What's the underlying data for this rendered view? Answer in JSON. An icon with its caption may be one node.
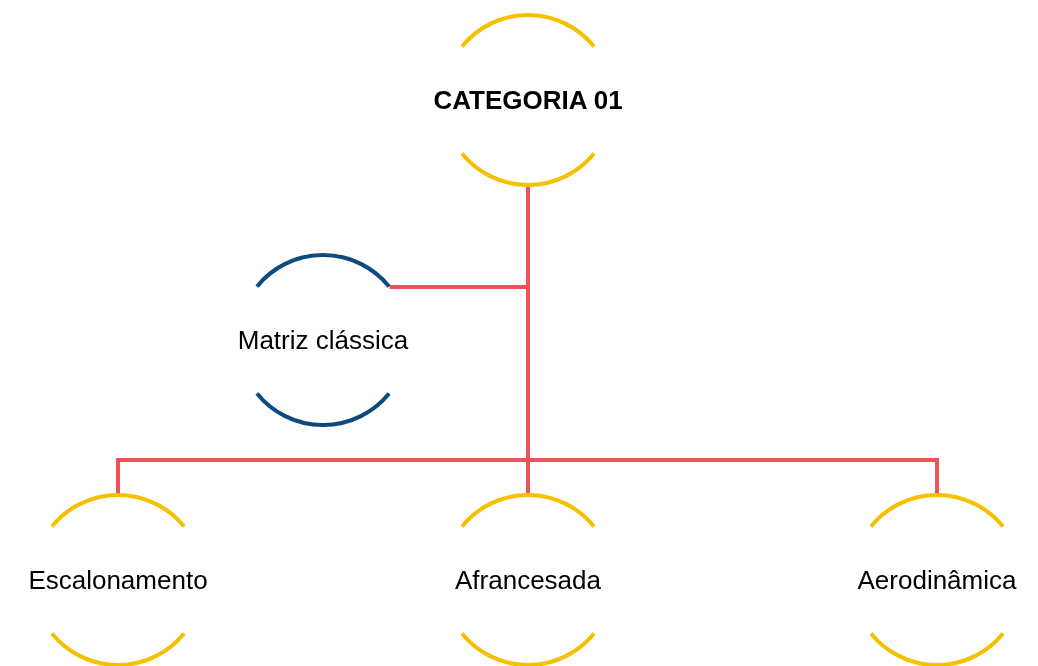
{
  "diagram": {
    "nodes": [
      {
        "text": [
          "CATEGORIA 01"
        ]
      },
      {
        "text": [
          "Matriz clássica"
        ]
      },
      {
        "text": [
          "Escalonamento"
        ]
      },
      {
        "text": [
          "Afrancesada"
        ]
      },
      {
        "text": [
          "Aerodinâmica"
        ]
      }
    ],
    "edges": [
      {
        "from": 0,
        "to": 1,
        "arrow": "none"
      },
      {
        "from": 0,
        "to": 2,
        "arrow": "none"
      },
      {
        "from": 0,
        "to": 3,
        "arrow": "none"
      },
      {
        "from": 0,
        "to": 4,
        "arrow": "none"
      }
    ]
  }
}
